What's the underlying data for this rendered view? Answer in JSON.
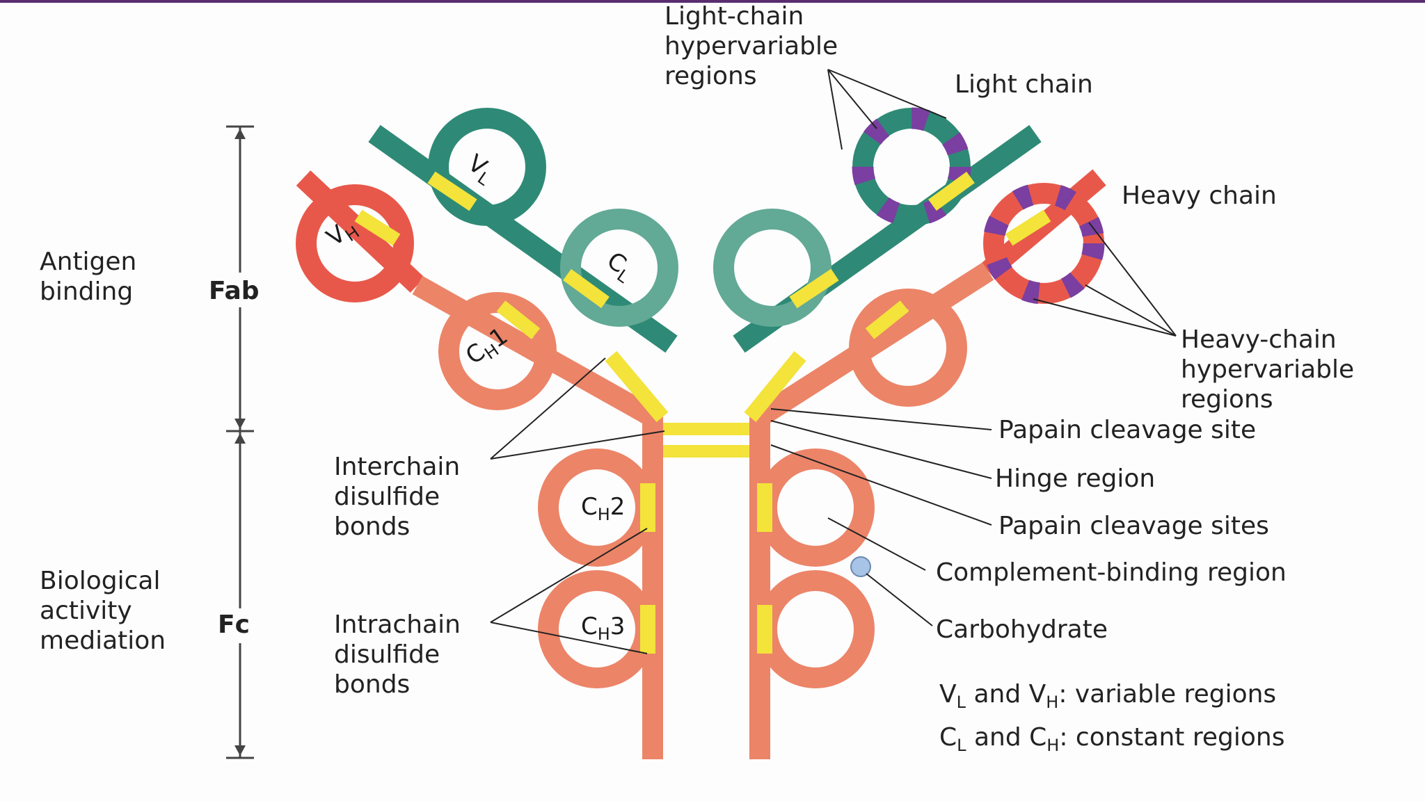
{
  "labels": {
    "light_chain_hv": [
      "Light-chain",
      "hypervariable",
      "regions"
    ],
    "light_chain": "Light chain",
    "heavy_chain": "Heavy chain",
    "heavy_chain_hv": [
      "Heavy-chain",
      "hypervariable",
      "regions"
    ],
    "antigen_binding": [
      "Antigen",
      "binding"
    ],
    "fab": "Fab",
    "biological_activity": [
      "Biological",
      "activity",
      "mediation"
    ],
    "fc": "Fc",
    "interchain": [
      "Interchain",
      "disulfide",
      "bonds"
    ],
    "intrachain": [
      "Intrachain",
      "disulfide",
      "bonds"
    ],
    "papain_site": "Papain cleavage site",
    "hinge": "Hinge region",
    "papain_sites": "Papain cleavage sites",
    "complement": "Complement-binding region",
    "carbohydrate": "Carbohydrate",
    "legend_v": {
      "a": "V",
      "a_sub": "L",
      "mid": " and V",
      "b_sub": "H",
      "rest": ": variable regions"
    },
    "legend_c": {
      "a": "C",
      "a_sub": "L",
      "mid": " and C",
      "b_sub": "H",
      "rest": ": constant regions"
    }
  },
  "domains": {
    "vl": {
      "main": "V",
      "sub": "L"
    },
    "vh": {
      "main": "V",
      "sub": "H"
    },
    "cl": {
      "main": "C",
      "sub": "L"
    },
    "ch1": {
      "main": "C",
      "sub": "H",
      "suffix": "1"
    },
    "ch2": {
      "main": "C",
      "sub": "H",
      "suffix": "2"
    },
    "ch3": {
      "main": "C",
      "sub": "H",
      "suffix": "3"
    }
  },
  "colors": {
    "heavy_chain_red": "#e8584a",
    "heavy_chain_salmon": "#ec8468",
    "light_chain_teal": "#2e8a76",
    "light_chain_teal_light": "#62a996",
    "disulfide_yellow": "#f3e33a",
    "hypervariable_purple": "#7a3fa0",
    "carbohydrate_blue": "#a7c3e6",
    "top_border": "#5a2d6e"
  }
}
